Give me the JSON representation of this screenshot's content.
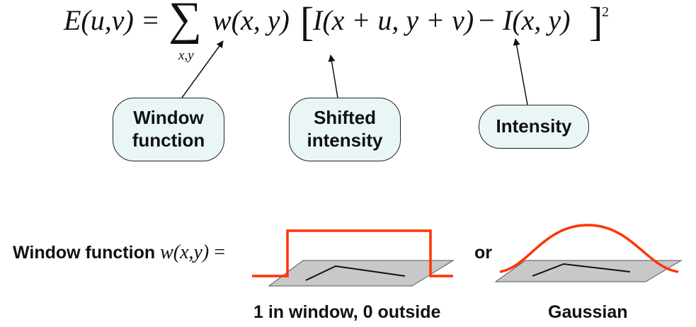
{
  "equation": {
    "lhs": "E(u,v) =",
    "sigma": "∑",
    "sum_subscript": "x,y",
    "window_term": "w(x, y)",
    "bracket_open": "[",
    "shifted_term": "I(x + u, y + v)",
    "minus": "−",
    "intensity_term": "I(x, y)",
    "bracket_close": "]",
    "exponent": "2"
  },
  "callouts": {
    "window_function": "Window\nfunction",
    "shifted_intensity": "Shifted\nintensity",
    "intensity": "Intensity"
  },
  "window_section": {
    "label_text": "Window function",
    "label_math": "w(x,y)",
    "label_equals": "=",
    "or_text": "or",
    "box_caption": "1 in window, 0 outside",
    "gaussian_caption": "Gaussian"
  },
  "colors": {
    "curve": "#ff3300",
    "plane_fill": "#c8c8c8",
    "callout_fill": "#eaf6f6"
  }
}
